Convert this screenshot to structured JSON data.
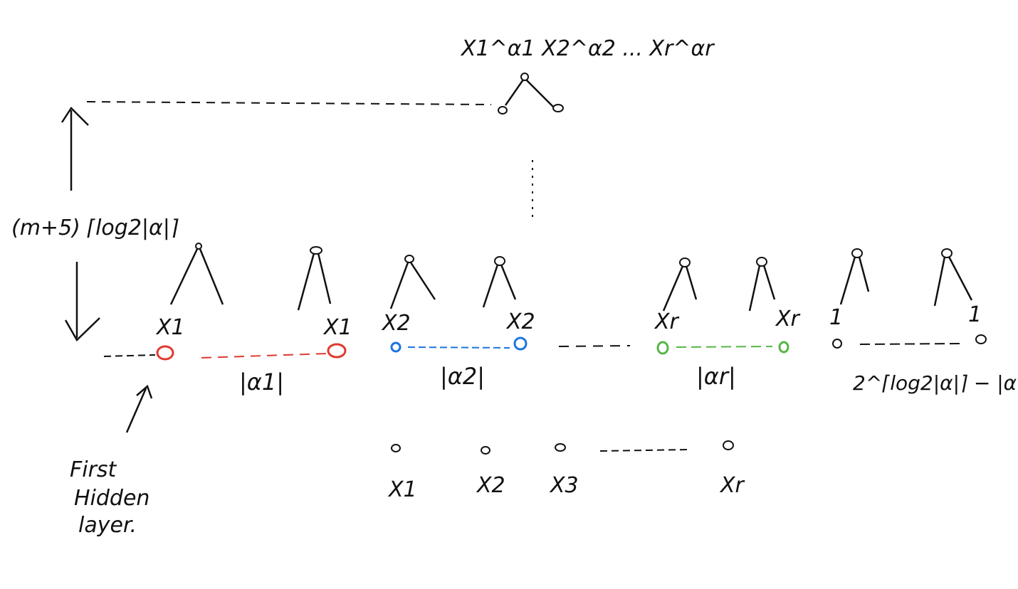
{
  "top": {
    "product_label": "X1^α1 X2^α2 ... Xr^αr"
  },
  "left": {
    "depth_label": "(m+5) ⌈log2|α|⌉"
  },
  "annotation": {
    "first_hidden_layer_lines": [
      "First",
      "Hidden",
      "layer."
    ]
  },
  "groups": [
    {
      "node_label_left": "X1",
      "node_label_right": "X1",
      "size_label": "|α1|",
      "color": "#e03a2f"
    },
    {
      "node_label_left": "X2",
      "node_label_right": "X2",
      "size_label": "|α2|",
      "color": "#1e74e0"
    },
    {
      "node_label_left": "Xr",
      "node_label_right": "Xr",
      "size_label": "|αr|",
      "color": "#58b548"
    },
    {
      "node_label_left": "1",
      "node_label_right": "1",
      "size_label": "2^⌈log2|α|⌉ − |α|",
      "color": "#111111"
    }
  ],
  "inputs": [
    "X1",
    "X2",
    "X3",
    "Xr"
  ],
  "colors": {
    "ink": "#111111",
    "red": "#e03a2f",
    "blue": "#1e74e0",
    "green": "#58b548"
  }
}
